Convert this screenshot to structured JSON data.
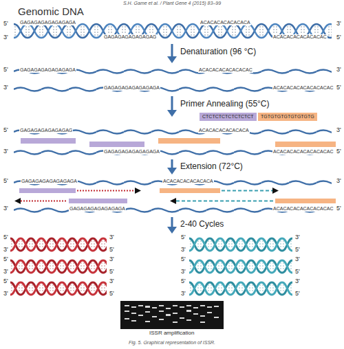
{
  "diagram": {
    "caption": "Fig. 5. Graphical representation of ISSR.",
    "nodes": [
      {
        "text": [
          "CTCTCTCTCTCTCTCT"
        ]
      },
      {
        "text": [
          "TGTGTGTGTGTGTGTG"
        ]
      }
    ],
    "labels": [
      "S.H. Game et al. / Plant Gene 4 (2015) 83–99",
      "Genomic DNA",
      "5'",
      "GAGAGAGAGAGAGAGA",
      "ACACACACACACACA",
      "3'",
      "3'",
      "GAGAGAGAGAGAGAG",
      "ACACACACACACACAC",
      "5'",
      "Denaturation (96 °C)",
      "5'",
      "GAGAGAGAGAGAGAGA",
      "ACACACACACACACAC",
      "3'",
      "3'",
      "GAGAGAGAGAGAGAGA",
      "ACACACACACACACACAC",
      "5'",
      "Primer Annealing (55°C)",
      "5'",
      "GAGAGAGAGAGAGAG",
      "ACACACACACACACA",
      "3'",
      "3'",
      "GAGAGAGAGAGAGAGA",
      "ACACACACACACACACAC",
      "5'",
      "Extension (72°C)",
      "5'",
      "GAGAGAGAGAGAGAGA",
      "ACACACACACACACA",
      "3'",
      "3'",
      "GAGAGAGAGAGAGAGA",
      "ACACACACACACACACAC",
      "5'",
      "2-40 Cycles",
      "5'",
      "3'",
      "5'",
      "3'",
      "3'",
      "5'",
      "3'",
      "5'",
      "5'",
      "3'",
      "5'",
      "3'",
      "3'",
      "5'",
      "3'",
      "5'",
      "5'",
      "3'",
      "5'",
      "3'",
      "3'",
      "5'",
      "3'",
      "5'",
      "ISSR amplification"
    ]
  }
}
